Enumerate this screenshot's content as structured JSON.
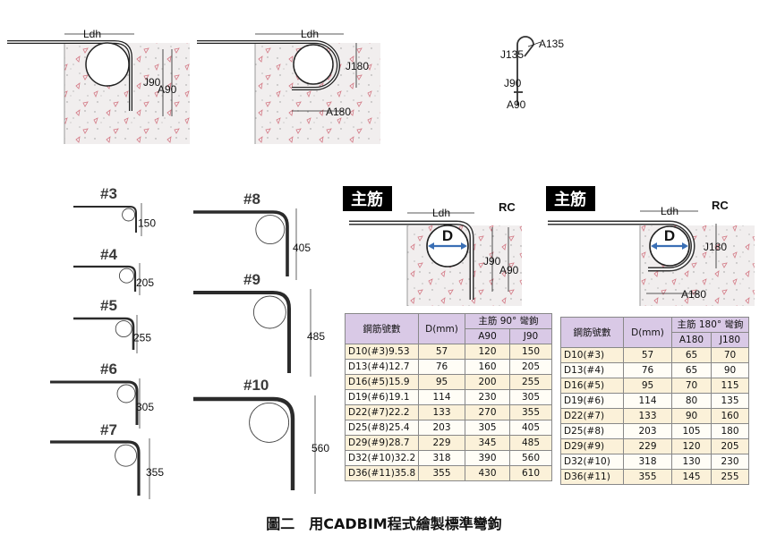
{
  "top_hooks": {
    "hook90": {
      "ldh": "Ldh",
      "j": "J90",
      "a": "A90"
    },
    "hook180": {
      "ldh": "Ldh",
      "j": "J180",
      "a": "A180"
    },
    "hook135": {
      "a": "A135",
      "j": "J135",
      "j90": "J90",
      "a90": "A90"
    }
  },
  "bar_hooks": [
    {
      "id": "#3",
      "dim": "150"
    },
    {
      "id": "#4",
      "dim": "205"
    },
    {
      "id": "#5",
      "dim": "255"
    },
    {
      "id": "#6",
      "dim": "305"
    },
    {
      "id": "#7",
      "dim": "355"
    },
    {
      "id": "#8",
      "dim": "405"
    },
    {
      "id": "#9",
      "dim": "485"
    },
    {
      "id": "#10",
      "dim": "560"
    }
  ],
  "panel90": {
    "tag": "主筋",
    "rc": "RC",
    "ldh": "Ldh",
    "d": "D",
    "j": "J90",
    "a": "A90",
    "table": {
      "col_bar": "鋼筋號數",
      "col_d": "D(mm)",
      "col_group": "主筋 90° 彎鉤",
      "col_a": "A90",
      "col_j": "J90",
      "rows": [
        [
          "D10(#3)9.53",
          "57",
          "120",
          "150"
        ],
        [
          "D13(#4)12.7",
          "76",
          "160",
          "205"
        ],
        [
          "D16(#5)15.9",
          "95",
          "200",
          "255"
        ],
        [
          "D19(#6)19.1",
          "114",
          "230",
          "305"
        ],
        [
          "D22(#7)22.2",
          "133",
          "270",
          "355"
        ],
        [
          "D25(#8)25.4",
          "203",
          "305",
          "405"
        ],
        [
          "D29(#9)28.7",
          "229",
          "345",
          "485"
        ],
        [
          "D32(#10)32.2",
          "318",
          "390",
          "560"
        ],
        [
          "D36(#11)35.8",
          "355",
          "430",
          "610"
        ]
      ]
    }
  },
  "panel180": {
    "tag": "主筋",
    "rc": "RC",
    "ldh": "Ldh",
    "d": "D",
    "j": "J180",
    "a": "A180",
    "table": {
      "col_bar": "鋼筋號數",
      "col_d": "D(mm)",
      "col_group": "主筋 180° 彎鉤",
      "col_a": "A180",
      "col_j": "J180",
      "rows": [
        [
          "D10(#3)",
          "57",
          "65",
          "70"
        ],
        [
          "D13(#4)",
          "76",
          "65",
          "90"
        ],
        [
          "D16(#5)",
          "95",
          "70",
          "115"
        ],
        [
          "D19(#6)",
          "114",
          "80",
          "135"
        ],
        [
          "D22(#7)",
          "133",
          "90",
          "160"
        ],
        [
          "D25(#8)",
          "203",
          "105",
          "180"
        ],
        [
          "D29(#9)",
          "229",
          "120",
          "205"
        ],
        [
          "D32(#10)",
          "318",
          "130",
          "230"
        ],
        [
          "D36(#11)",
          "355",
          "145",
          "255"
        ]
      ]
    }
  },
  "caption": "圖二　用CADBIM程式繪製標準彎鉤"
}
